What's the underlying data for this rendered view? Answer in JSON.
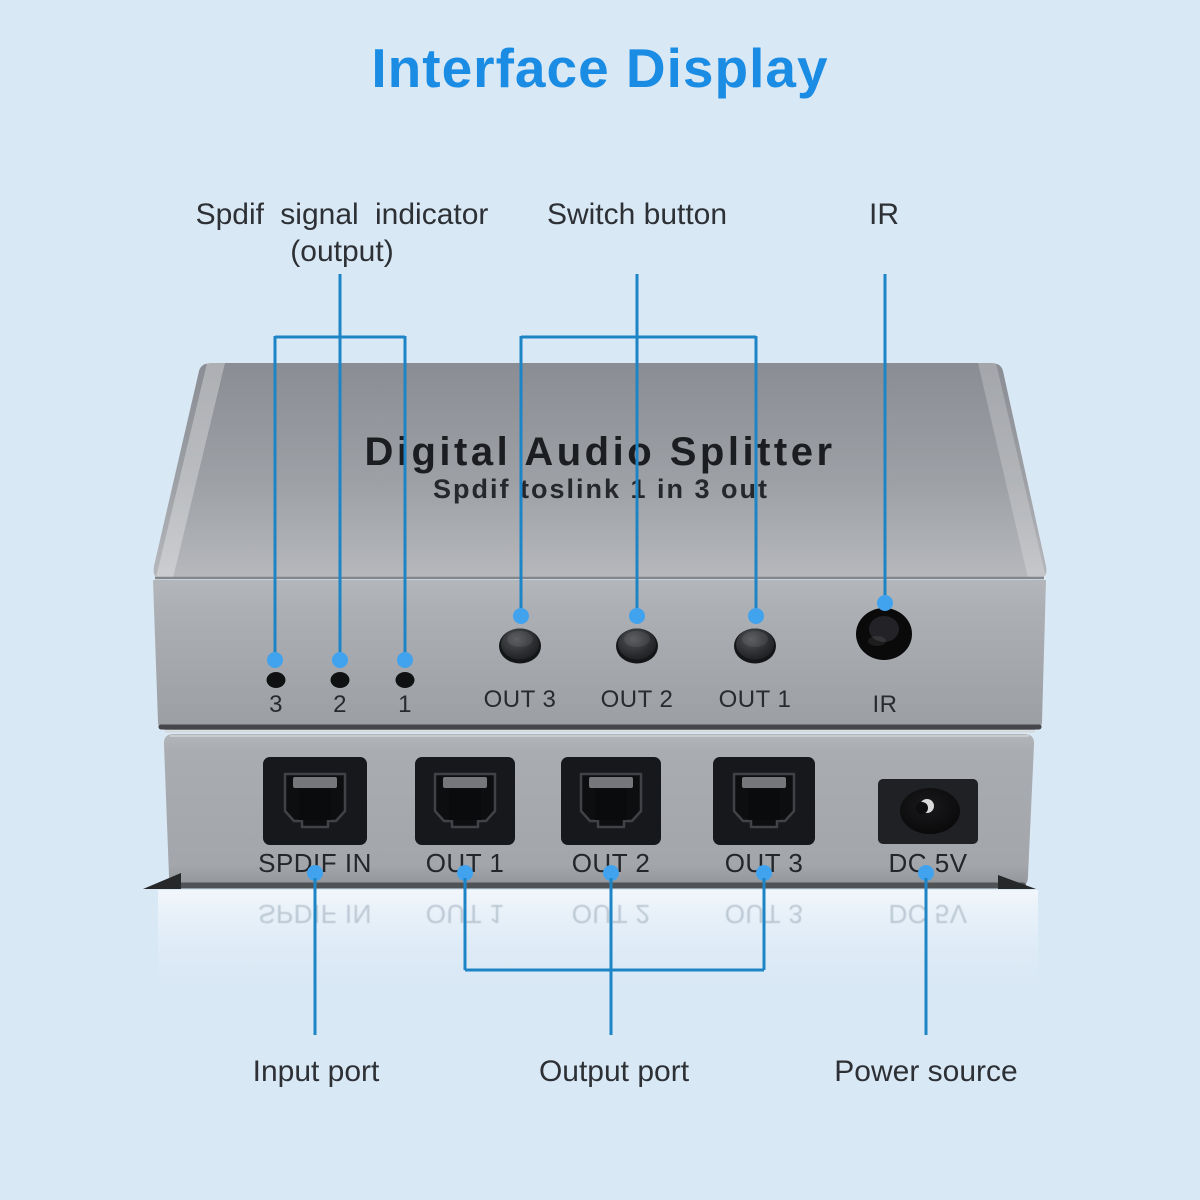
{
  "title": "Interface Display",
  "colors": {
    "background": "#d9e8f5",
    "title": "#1b8ce4",
    "line": "#1d85c6",
    "dot": "#41a3ee",
    "label_text": "#2d3135",
    "device_text": "#1c1d20"
  },
  "callouts": {
    "spdif_indicator": {
      "line1": "Spdif signal indicator",
      "line2": "(output)"
    },
    "switch_button": "Switch button",
    "ir": "IR",
    "input_port": "Input port",
    "output_port": "Output port",
    "power_source": "Power source"
  },
  "device": {
    "top_panel": {
      "brand": "Digital Audio Splitter",
      "subtitle": "Spdif toslink 1 in 3 out"
    },
    "front_panel": {
      "led_labels": [
        "3",
        "2",
        "1"
      ],
      "button_labels": [
        "OUT 3",
        "OUT 2",
        "OUT 1"
      ],
      "ir_label": "IR"
    },
    "rear_panel": {
      "port_labels": [
        "SPDIF IN",
        "OUT 1",
        "OUT 2",
        "OUT 3"
      ],
      "power_label": "DC 5V"
    }
  }
}
